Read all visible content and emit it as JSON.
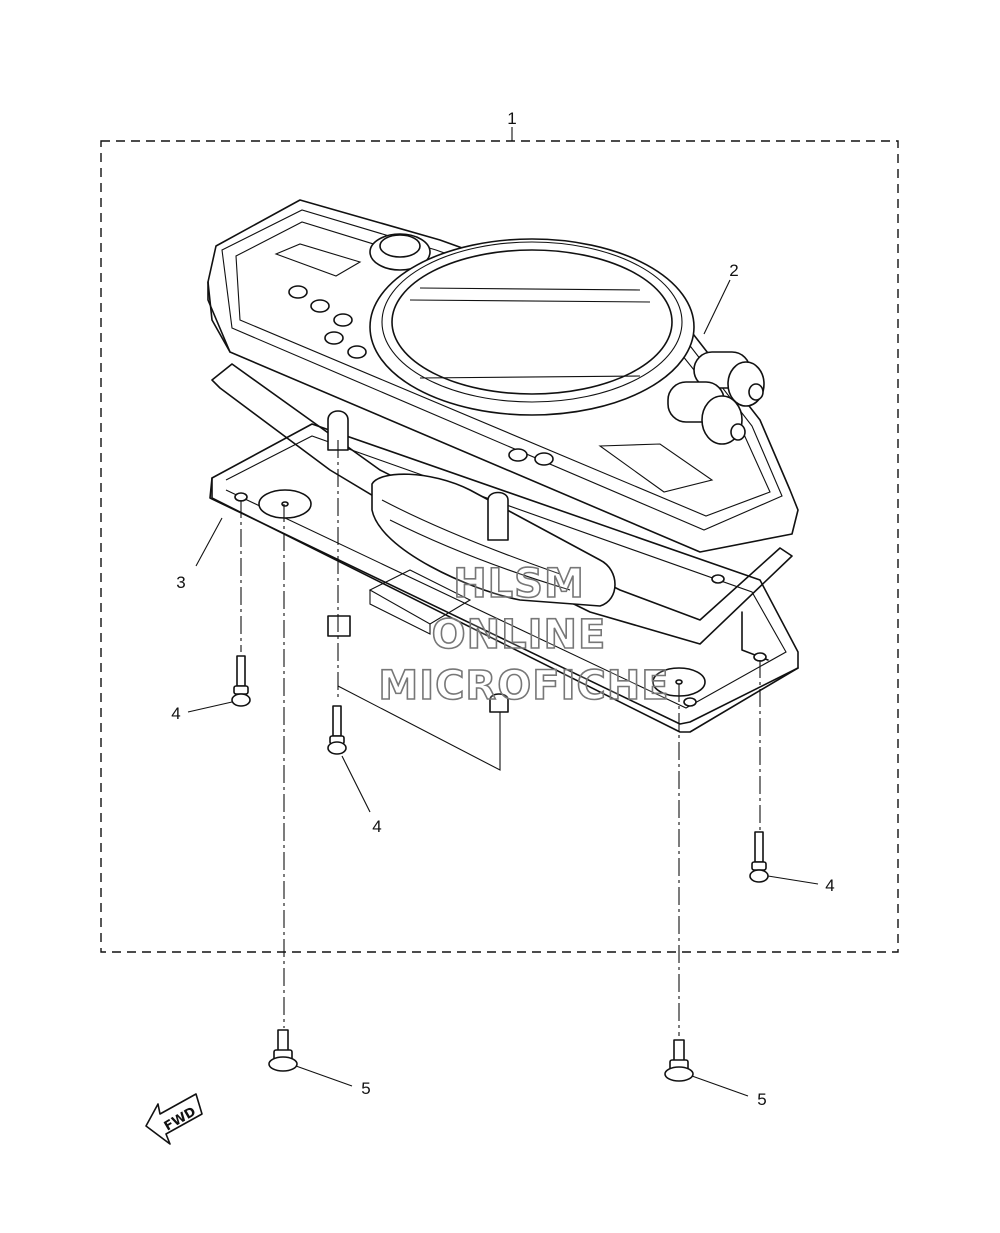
{
  "callouts": {
    "c1": "1",
    "c2": "2",
    "c3": "3",
    "c4a": "4",
    "c4b": "4",
    "c4c": "4",
    "c5a": "5",
    "c5b": "5"
  },
  "watermark": {
    "line1": "HLSM",
    "line2": "ONLINE",
    "line3": "MICROFICHE"
  },
  "fwd_arrow": {
    "label": "FWD",
    "icon": "fwd-arrow-icon"
  }
}
